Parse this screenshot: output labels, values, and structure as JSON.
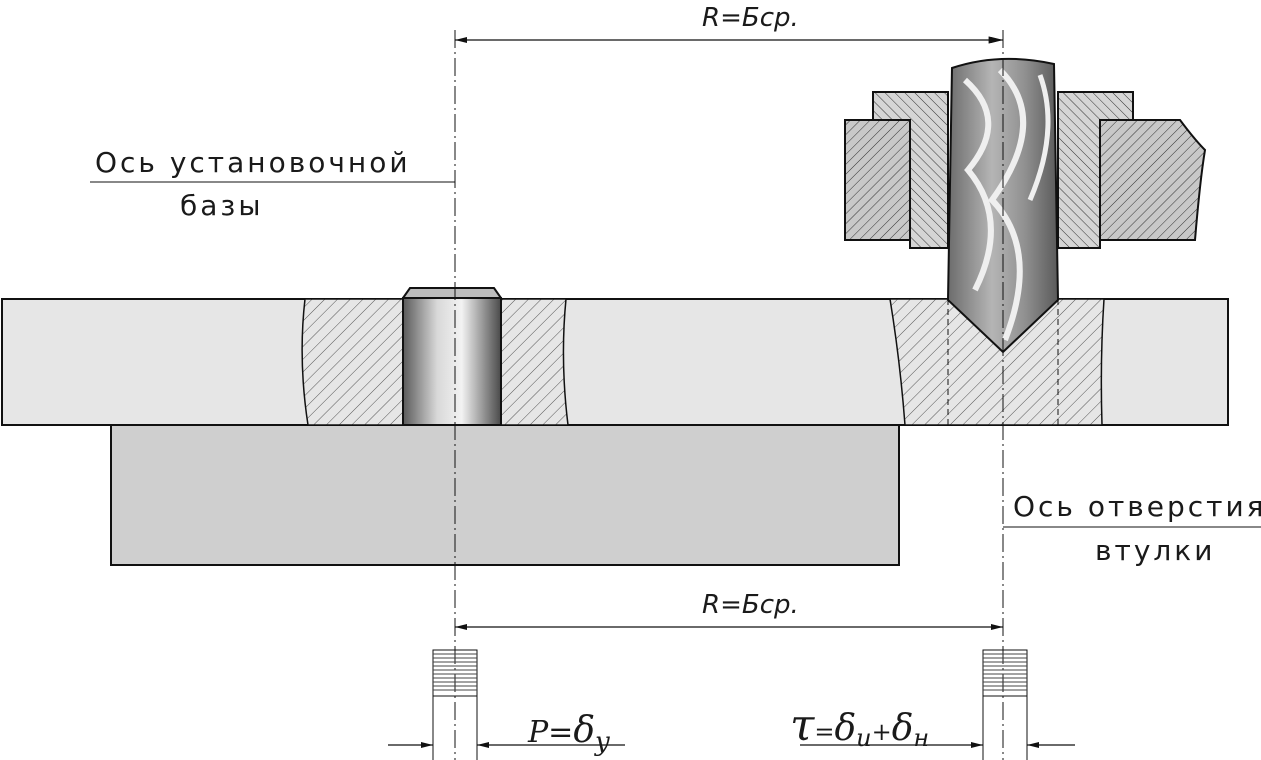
{
  "labels": {
    "base_axis_line1": "Ось установочной",
    "base_axis_line2": "базы",
    "bushing_axis_line1": "Ось отверстия",
    "bushing_axis_line2": "втулки"
  },
  "dimensions": {
    "top_R": "R=Бср.",
    "bottom_R": "R=Бср."
  },
  "formulas": {
    "left": {
      "lhs": "P=",
      "delta": "δ",
      "sub": "y"
    },
    "right": {
      "lhs": "τ",
      "eq": "=",
      "delta1": "δ",
      "sub1": "u",
      "plus": "+",
      "delta2": "δ",
      "sub2": "н"
    }
  },
  "colors": {
    "plate": "#e6e6e6",
    "base": "#cfcfcf",
    "hatch": "#555555",
    "outline": "#111111",
    "pin": "#9a9a9a",
    "drill": "#8a8a8a"
  }
}
